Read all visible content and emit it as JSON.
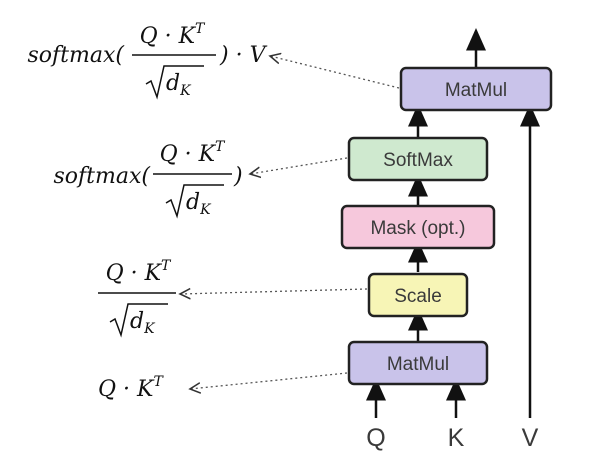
{
  "blocks": {
    "matmul_bottom": {
      "label": "MatMul",
      "fill": "#c9c3ea"
    },
    "scale": {
      "label": "Scale",
      "fill": "#f7f5b6"
    },
    "mask": {
      "label": "Mask (opt.)",
      "fill": "#f6c8dc"
    },
    "softmax": {
      "label": "SoftMax",
      "fill": "#cfe9cf"
    },
    "matmul_top": {
      "label": "MatMul",
      "fill": "#c9c3ea"
    }
  },
  "inputs": {
    "q": "Q",
    "k": "K",
    "v": "V"
  },
  "formulas": {
    "qk": {
      "text": "Q · K",
      "sup": "T"
    },
    "scaled": {
      "num": "Q · K",
      "sup": "T",
      "den": "d",
      "den_sub": "K"
    },
    "softmax": {
      "prefix": "softmax(",
      "num": "Q · K",
      "sup": "T",
      "den": "d",
      "den_sub": "K",
      "suffix": ")"
    },
    "output": {
      "prefix": "softmax(",
      "num": "Q · K",
      "sup": "T",
      "den": "d",
      "den_sub": "K",
      "suffix": ") · V"
    }
  },
  "colors": {
    "stroke": "#222222",
    "dotted": "#555555"
  }
}
